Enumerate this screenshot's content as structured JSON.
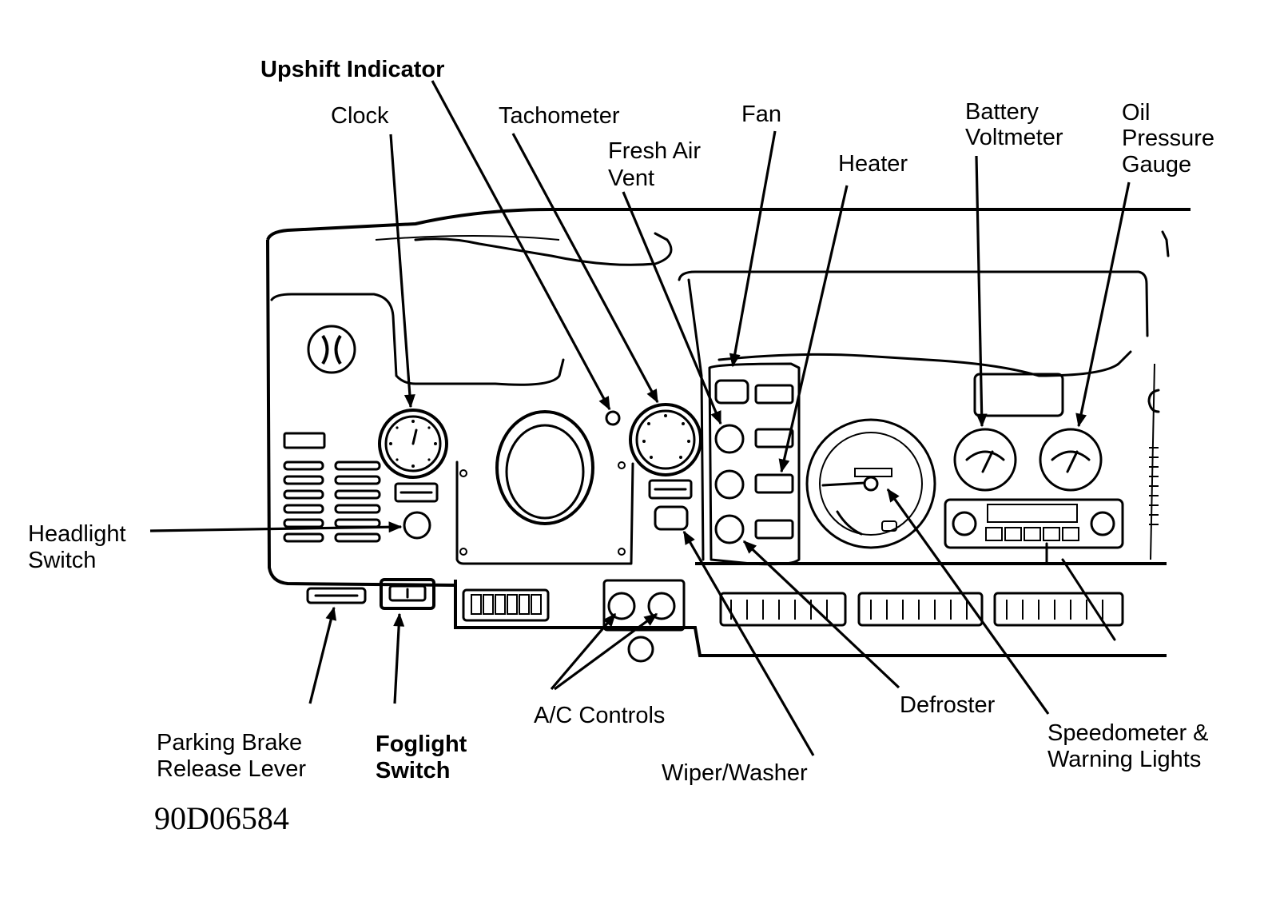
{
  "labels": {
    "upshift_indicator": "Upshift Indicator",
    "clock": "Clock",
    "tachometer": "Tachometer",
    "fresh_air_vent_1": "Fresh Air",
    "fresh_air_vent_2": "Vent",
    "fan": "Fan",
    "heater": "Heater",
    "battery_voltmeter_1": "Battery",
    "battery_voltmeter_2": "Voltmeter",
    "oil_pressure_gauge_1": "Oil",
    "oil_pressure_gauge_2": "Pressure",
    "oil_pressure_gauge_3": "Gauge",
    "headlight_switch_1": "Headlight",
    "headlight_switch_2": "Switch",
    "parking_brake_1": "Parking Brake",
    "parking_brake_2": "Release Lever",
    "foglight_switch_1": "Foglight",
    "foglight_switch_2": "Switch",
    "ac_controls": "A/C Controls",
    "wiper_washer": "Wiper/Washer",
    "defroster": "Defroster",
    "speedometer_1": "Speedometer &",
    "speedometer_2": "Warning Lights"
  },
  "figure_id": "90D06584",
  "colors": {
    "ink": "#000000",
    "paper": "#ffffff"
  }
}
